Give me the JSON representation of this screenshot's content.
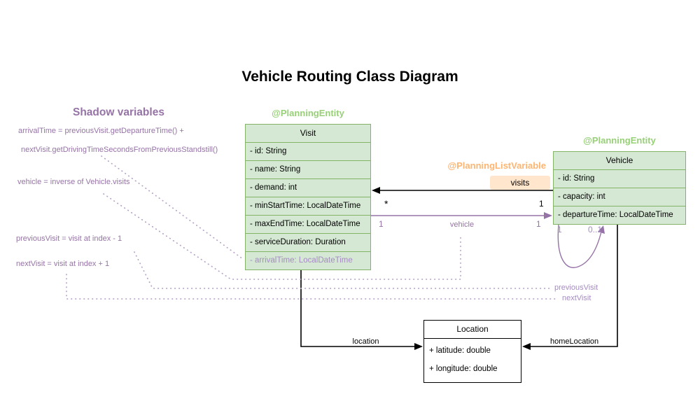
{
  "title": "Vehicle Routing Class Diagram",
  "shadow": {
    "heading": "Shadow variables",
    "line1": "arrivalTime = previousVisit.getDepartureTime() +",
    "line2": "nextVisit.getDrivingTimeSecondsFromPreviousStandstill()",
    "line3": "vehicle = inverse of Vehicle.visits",
    "line4": "previousVisit = visit at index - 1",
    "line5": "nextVisit = visit at index + 1"
  },
  "visit": {
    "annotation": "@PlanningEntity",
    "name": "Visit",
    "fields": [
      "- id: String",
      "- name: String",
      "- demand: int",
      "- minStartTime: LocalDateTime",
      "- maxEndTime: LocalDateTime",
      "- serviceDuration: Duration"
    ],
    "shadow_field": "- arrivalTime: LocalDateTime"
  },
  "vehicle": {
    "annotation": "@PlanningEntity",
    "name": "Vehicle",
    "fields": [
      "- id: String",
      "- capacity: int",
      "- departureTime: LocalDateTime"
    ]
  },
  "location": {
    "name": "Location",
    "fields": [
      "+ latitude: double",
      "+ longitude: double"
    ]
  },
  "relations": {
    "visits": {
      "annotation": "@PlanningListVariable",
      "label": "visits",
      "target_mult": "*",
      "source_mult": "1"
    },
    "vehicle_rel": {
      "label": "vehicle",
      "left_mult": "1",
      "right_mult": "1"
    },
    "self_loop": {
      "left_mult": "1",
      "right_mult": "0..1",
      "prev_label": "previousVisit",
      "next_label": "nextVisit"
    },
    "location_rel": {
      "label": "location"
    },
    "home_location_rel": {
      "label": "homeLocation"
    }
  },
  "colors": {
    "class_fill": "#d5e8d4",
    "class_border": "#82b366",
    "entity_annotation": "#97d077",
    "list_variable_annotation": "#ffb570",
    "visits_pill_fill": "#ffe6cc",
    "purple": "#9673a6",
    "light_purple": "#a58bc2",
    "black": "#000000"
  }
}
